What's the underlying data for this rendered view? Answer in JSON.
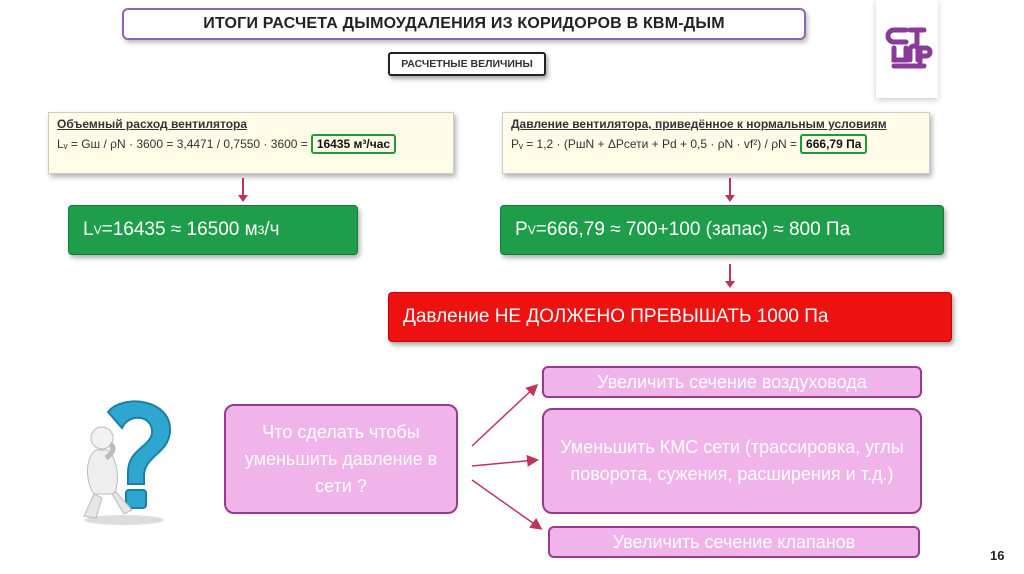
{
  "title": "ИТОГИ РАСЧЕТА ДЫМОУДАЛЕНИЯ ИЗ КОРИДОРОВ В КВМ-ДЫМ",
  "subtitle": "РАСЧЕТНЫЕ ВЕЛИЧИНЫ",
  "logo": {
    "icon": "ctpna-logo-icon",
    "color": "#8a3a98"
  },
  "formula_left": {
    "title": "Объемный расход вентилятора",
    "expression": "Lᵥ = Gш / ρN · 3600 = 3,4471 / 0,7550 · 3600 =",
    "result": "16435 м³/час"
  },
  "formula_right": {
    "title": "Давление вентилятора, приведённое к нормальным условиям",
    "expression": "Pᵥ = 1,2 · (PшN + ΔPсети + Pd + 0,5 · ρN · vf²) / ρN =",
    "result": "666,79 Па"
  },
  "result_left": {
    "main": "L",
    "sub": "V",
    "rest": "=16435 ≈ 16500 м",
    "sup": "3",
    "unit": "/ч"
  },
  "result_right": {
    "main": "P",
    "sub": "V",
    "rest": "=666,79 ≈ 700+100 (запас) ≈ 800 Па"
  },
  "warning": "Давление НЕ ДОЛЖЕНО ПРЕВЫШАТЬ 1000 Па",
  "question": "Что сделать чтобы уменьшить давление в сети ?",
  "options": [
    "Увеличить сечение воздуховода",
    "Уменьшить КМС сети (трассировка, углы поворота, сужения, расширения и т.д.)",
    "Увеличить сечение клапанов"
  ],
  "page_number": "16",
  "colors": {
    "accent_green": "#1e9e4a",
    "warning_red": "#ee1111",
    "pink_fill": "#f0b3ea",
    "pink_border": "#9a3a8e",
    "arrow": "#c0345a"
  }
}
